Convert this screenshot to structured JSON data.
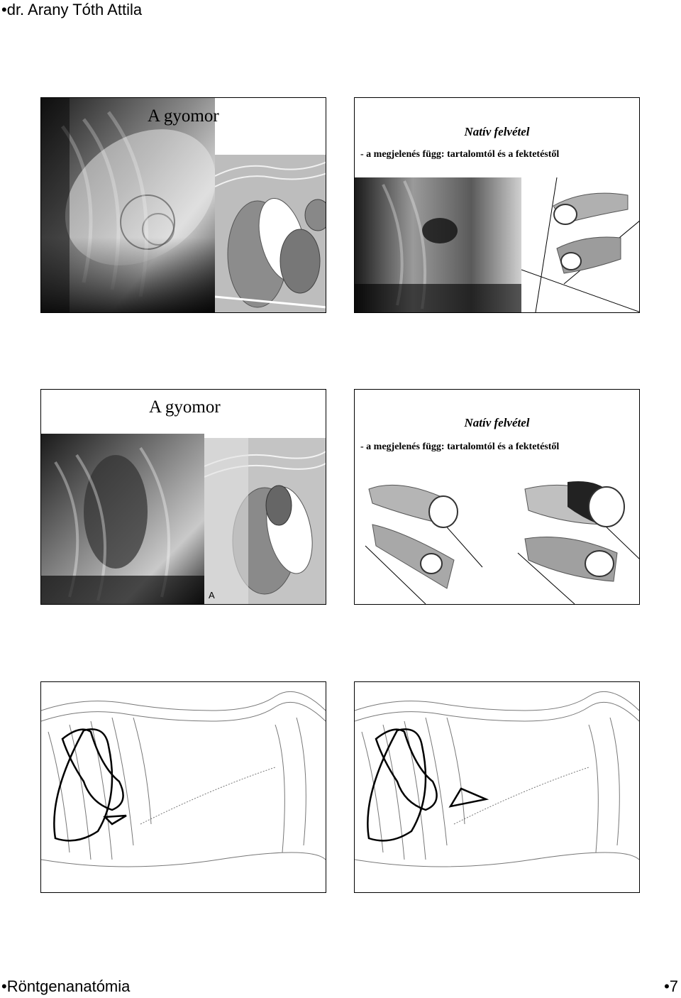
{
  "page": {
    "header": "•dr. Arany Tóth Attila",
    "footer_left": "•Röntgenanatómia",
    "footer_right": "•7"
  },
  "slides": [
    {
      "title": "A gyomor"
    },
    {
      "subtitle": "Natív felvétel",
      "bullet": "- a megjelenés függ: tartalomtól és a fektetéstől"
    },
    {
      "title": "A gyomor",
      "corner_label": "A"
    },
    {
      "subtitle": "Natív felvétel",
      "bullet": "- a megjelenés függ: tartalomtól és a fektetéstől"
    },
    {},
    {}
  ],
  "icons": [
    "xray-image",
    "anatomical-diagram",
    "specimen-illustration",
    "skeleton-outline-drawing"
  ]
}
